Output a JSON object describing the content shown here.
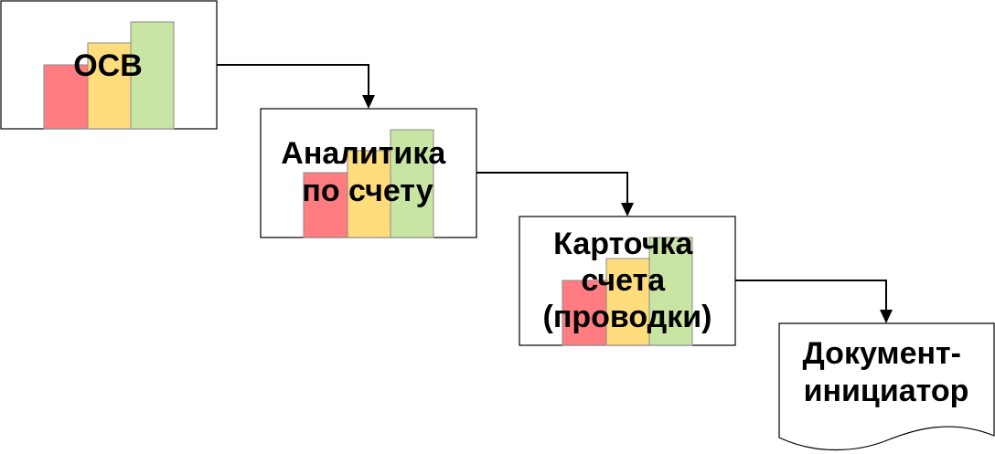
{
  "colors": {
    "bar_red": "#ff7c80",
    "bar_yellow": "#ffdd7c",
    "bar_green": "#c9e5a4",
    "line": "#000000",
    "background": "#ffffff"
  },
  "nodes": {
    "osv": {
      "label_lines": [
        "ОСВ"
      ]
    },
    "account_analytics": {
      "label_lines": [
        "Аналитика",
        "по счету"
      ]
    },
    "account_card": {
      "label_lines": [
        "Карточка",
        "счета",
        "(проводки)"
      ]
    },
    "source_document": {
      "label_lines": [
        "Документ-",
        "инициатор"
      ]
    }
  }
}
